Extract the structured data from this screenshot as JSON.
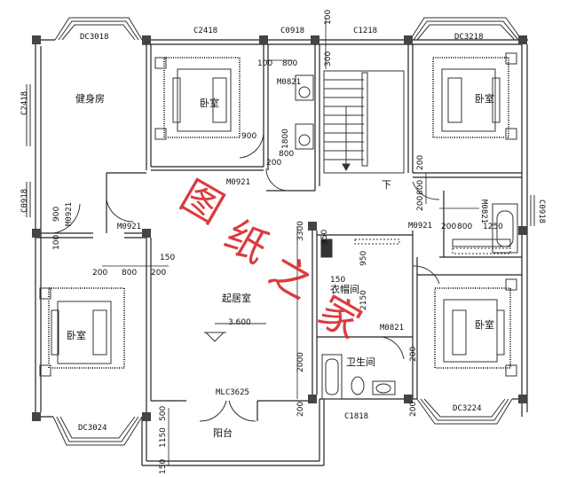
{
  "plan": {
    "rooms": {
      "gym": "健身房",
      "bedroom_nw": "卧室",
      "bedroom_ne": "卧室",
      "bedroom_w": "卧室",
      "bedroom_se": "卧室",
      "living": "起居室",
      "elevation": "3.600",
      "closet": "衣帽间",
      "closet_num": "150",
      "bath": "卫生间",
      "balcony": "阳台",
      "stair_down": "下"
    },
    "codes": {
      "dc3018": "DC3018",
      "c2418_top": "C2418",
      "c0918_top": "C0918",
      "c1218": "C1218",
      "dc3218": "DC3218",
      "c2418_left": "C2418",
      "c0918_left": "C0918",
      "c0918_right": "C0918",
      "m0821_a": "M0821",
      "m0921_a": "M0921",
      "m0921_b": "M0921",
      "m0921_c": "M0921",
      "m0921_d": "M0921",
      "m0821_b": "M0821",
      "m0821_c": "M0821",
      "dc3024": "DC3024",
      "mlc3625": "MLC3625",
      "c1818": "C1818",
      "dc3224": "DC3224"
    },
    "dims": {
      "d100_top": "100",
      "d300": "300",
      "d100_a": "100",
      "d800_a": "800",
      "d900_a": "900",
      "d1800": "1800",
      "d800_b": "800",
      "d200_a": "200",
      "d900_left": "900",
      "d100_left": "100",
      "d200_b": "200",
      "d800_c": "800",
      "d200_c": "200",
      "d150": "150",
      "d3300": "3300",
      "d950": "950",
      "d950b": "950",
      "d2000": "2000",
      "d200_d": "200",
      "d500": "500",
      "d1150": "1150",
      "d150_bot": "150",
      "d800_r1": "800",
      "d200_r1": "200",
      "d200_r2": "200",
      "d800_r2": "800",
      "d1250": "1250",
      "d200_r3": "200",
      "d2150": "2150",
      "d200_r4": "200",
      "d200_r5": "200"
    },
    "watermark": [
      "图",
      "纸",
      "之",
      "家"
    ]
  }
}
